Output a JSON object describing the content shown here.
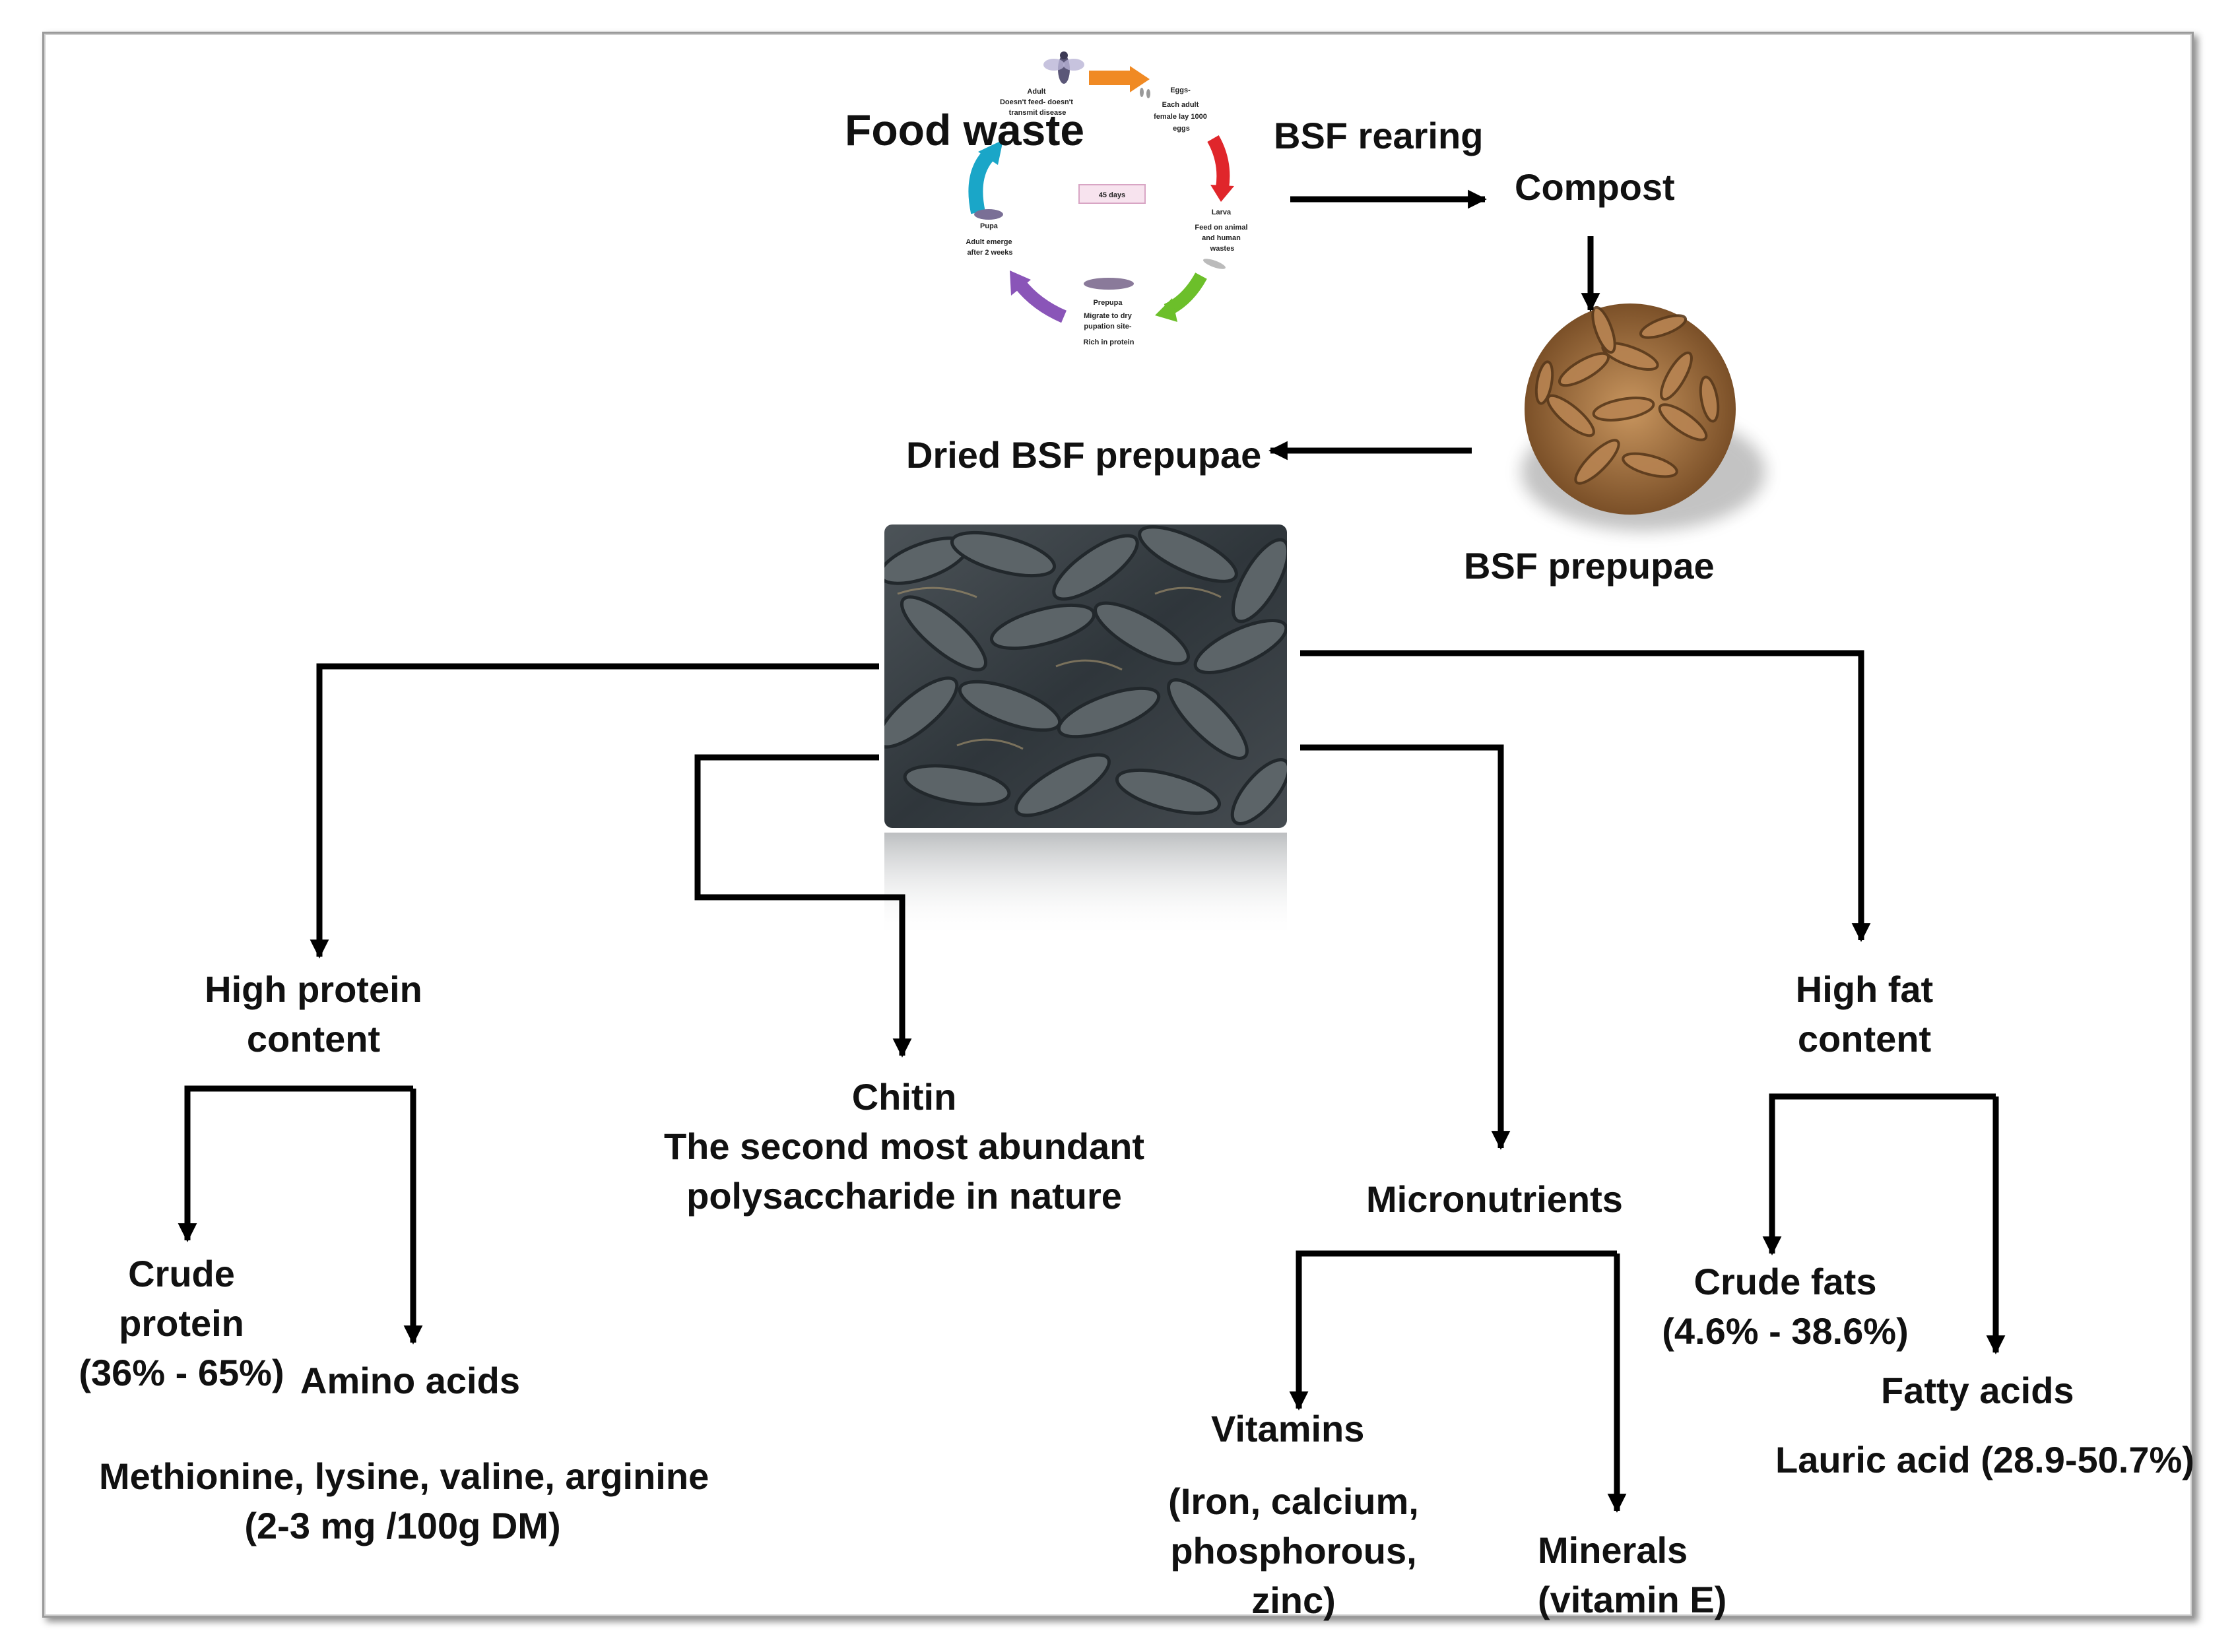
{
  "lifecycle": {
    "days_badge": "45 days",
    "adult": [
      "Adult",
      "Doesn't feed- doesn't",
      "transmit disease"
    ],
    "eggs": [
      "Eggs-",
      "Each adult",
      "female lay 1000",
      "eggs"
    ],
    "larva": [
      "Larva",
      "Feed on animal",
      "and human",
      "wastes"
    ],
    "prepupa": [
      "Prepupa",
      "Migrate to dry",
      "pupation site-",
      "Rich in protein"
    ],
    "pupa": [
      "Pupa",
      "Adult emerge",
      "after 2 weeks"
    ]
  },
  "top": {
    "food_waste": "Food waste",
    "bsf_rearing": "BSF rearing",
    "compost": "Compost",
    "bsf_prepupae": "BSF prepupae",
    "dried_bsf_prepupae": "Dried BSF prepupae"
  },
  "branches": {
    "protein": {
      "title_l1": "High protein",
      "title_l2": "content",
      "crude_l1": "Crude",
      "crude_l2": "protein",
      "crude_l3": "(36% - 65%)",
      "amino": "Amino acids",
      "amino_detail_l1": "Methionine, lysine, valine, arginine",
      "amino_detail_l2": "(2-3 mg /100g DM)"
    },
    "chitin": {
      "title": "Chitin",
      "desc_l1": "The second most abundant",
      "desc_l2": "polysaccharide in nature"
    },
    "micro": {
      "title": "Micronutrients",
      "vitamins": "Vitamins",
      "vitamins_detail_l1": "(Iron, calcium,",
      "vitamins_detail_l2": "phosphorous,",
      "vitamins_detail_l3": "zinc)",
      "minerals_l1": "Minerals",
      "minerals_l2": "(vitamin E)"
    },
    "fat": {
      "title_l1": "High fat",
      "title_l2": "content",
      "crude_l1": "Crude fats",
      "crude_l2": "(4.6% - 38.6%)",
      "fatty": "Fatty acids",
      "lauric": "Lauric acid (28.9-50.7%)"
    }
  },
  "colors": {
    "arrow": "#000000",
    "cycle_orange": "#f08a24",
    "cycle_red": "#e0262b",
    "cycle_green": "#6cbf2a",
    "cycle_purple": "#8a55b8",
    "cycle_cyan": "#1aa6c8",
    "larvae_brown": "#9b6a3c",
    "photo_dark": "#3b4247"
  }
}
